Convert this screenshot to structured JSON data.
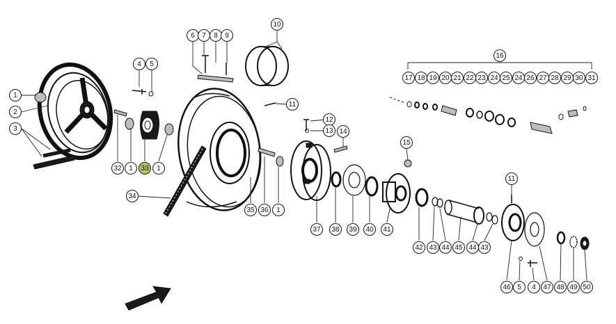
{
  "diagram": {
    "callouts": [
      {
        "id": "c1a",
        "label": "1"
      },
      {
        "id": "c2",
        "label": "2"
      },
      {
        "id": "c3",
        "label": "3"
      },
      {
        "id": "c4a",
        "label": "4"
      },
      {
        "id": "c5a",
        "label": "5"
      },
      {
        "id": "c6",
        "label": "6"
      },
      {
        "id": "c7",
        "label": "7"
      },
      {
        "id": "c8",
        "label": "8"
      },
      {
        "id": "c9",
        "label": "9"
      },
      {
        "id": "c10",
        "label": "10"
      },
      {
        "id": "c11a",
        "label": "11"
      },
      {
        "id": "c12",
        "label": "12"
      },
      {
        "id": "c13",
        "label": "13"
      },
      {
        "id": "c14",
        "label": "14"
      },
      {
        "id": "c15",
        "label": "15"
      },
      {
        "id": "c16",
        "label": "16"
      },
      {
        "id": "c17",
        "label": "17"
      },
      {
        "id": "c18",
        "label": "18"
      },
      {
        "id": "c19",
        "label": "19"
      },
      {
        "id": "c20",
        "label": "20"
      },
      {
        "id": "c21",
        "label": "21"
      },
      {
        "id": "c22",
        "label": "22"
      },
      {
        "id": "c23",
        "label": "23"
      },
      {
        "id": "c24a",
        "label": "24"
      },
      {
        "id": "c25",
        "label": "25"
      },
      {
        "id": "c24b",
        "label": "24"
      },
      {
        "id": "c26",
        "label": "26"
      },
      {
        "id": "c27",
        "label": "27"
      },
      {
        "id": "c28",
        "label": "28"
      },
      {
        "id": "c29",
        "label": "29"
      },
      {
        "id": "c30",
        "label": "30"
      },
      {
        "id": "c31",
        "label": "31"
      },
      {
        "id": "c32",
        "label": "32"
      },
      {
        "id": "c1b",
        "label": "1"
      },
      {
        "id": "c33",
        "label": "33",
        "highlight": true
      },
      {
        "id": "c1c",
        "label": "1"
      },
      {
        "id": "c34",
        "label": "34"
      },
      {
        "id": "c35",
        "label": "35"
      },
      {
        "id": "c36",
        "label": "36"
      },
      {
        "id": "c1d",
        "label": "1"
      },
      {
        "id": "c37",
        "label": "37"
      },
      {
        "id": "c38",
        "label": "38"
      },
      {
        "id": "c39",
        "label": "39"
      },
      {
        "id": "c40",
        "label": "40"
      },
      {
        "id": "c41",
        "label": "41"
      },
      {
        "id": "c42",
        "label": "42"
      },
      {
        "id": "c43a",
        "label": "43"
      },
      {
        "id": "c44a",
        "label": "44"
      },
      {
        "id": "c45",
        "label": "45"
      },
      {
        "id": "c44b",
        "label": "44"
      },
      {
        "id": "c43b",
        "label": "43"
      },
      {
        "id": "c11b",
        "label": "11"
      },
      {
        "id": "c46",
        "label": "46"
      },
      {
        "id": "c5b",
        "label": "5"
      },
      {
        "id": "c4b",
        "label": "4"
      },
      {
        "id": "c47",
        "label": "47"
      },
      {
        "id": "c48",
        "label": "48"
      },
      {
        "id": "c49",
        "label": "49"
      },
      {
        "id": "c50",
        "label": "50"
      }
    ],
    "highlight_color": "#b7c45a"
  }
}
